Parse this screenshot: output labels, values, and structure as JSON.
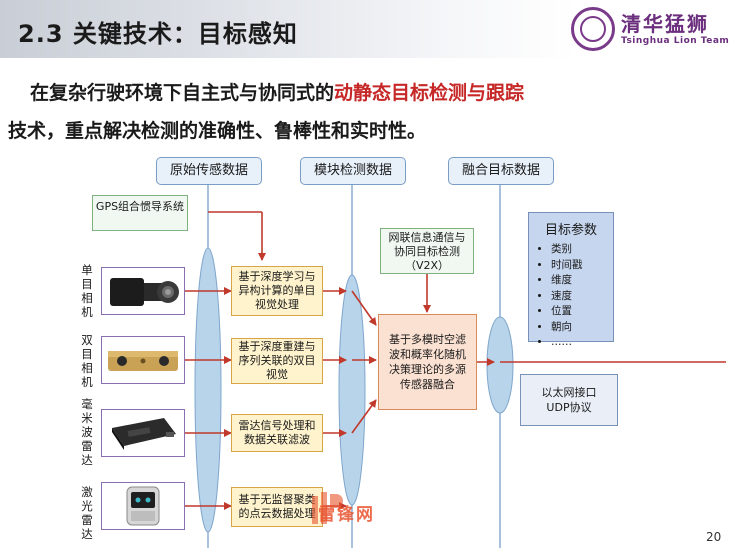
{
  "header": {
    "title": "2.3 关键技术：目标感知"
  },
  "logo": {
    "name_cn": "清华猛狮",
    "name_en": "Tsinghua Lion Team"
  },
  "intro": {
    "line1_part1": "在复杂行驶环境下自主式与协同式的",
    "line1_highlight": "动静态目标检测与跟踪",
    "line2": "技术，重点解决检测的准确性、鲁棒性和实时性。"
  },
  "columns": {
    "raw": "原始传感数据",
    "module": "模块检测数据",
    "fused": "融合目标数据"
  },
  "gps": "GPS组合惯导系统",
  "sensors": [
    {
      "label": "单目相机",
      "process": "基于深度学习与异构计算的单目视觉处理"
    },
    {
      "label": "双目相机",
      "process": "基于深度重建与序列关联的双目视觉"
    },
    {
      "label": "毫米波雷达",
      "process": "雷达信号处理和数据关联滤波"
    },
    {
      "label": "激光雷达",
      "process": "基于无监督聚类的点云数据处理"
    }
  ],
  "v2x": "网联信息通信与协同目标检测（V2X）",
  "fusion": "基于多模时空滤波和概率化随机决策理论的多源传感器融合",
  "params": {
    "title": "目标参数",
    "items": [
      "类别",
      "时间戳",
      "维度",
      "速度",
      "位置",
      "朝向",
      "……"
    ]
  },
  "ethernet": "以太网接口UDP协议",
  "watermark": "雷锋网",
  "page_number": "20",
  "colors": {
    "highlight": "#c62828",
    "arrow": "#c0392b",
    "ellipse": "#b8d4ea",
    "process_box": "#fff3cd",
    "fusion_box": "#fbe1d2",
    "params_box": "#c6d6ee",
    "logo": "#6b2f7d"
  }
}
